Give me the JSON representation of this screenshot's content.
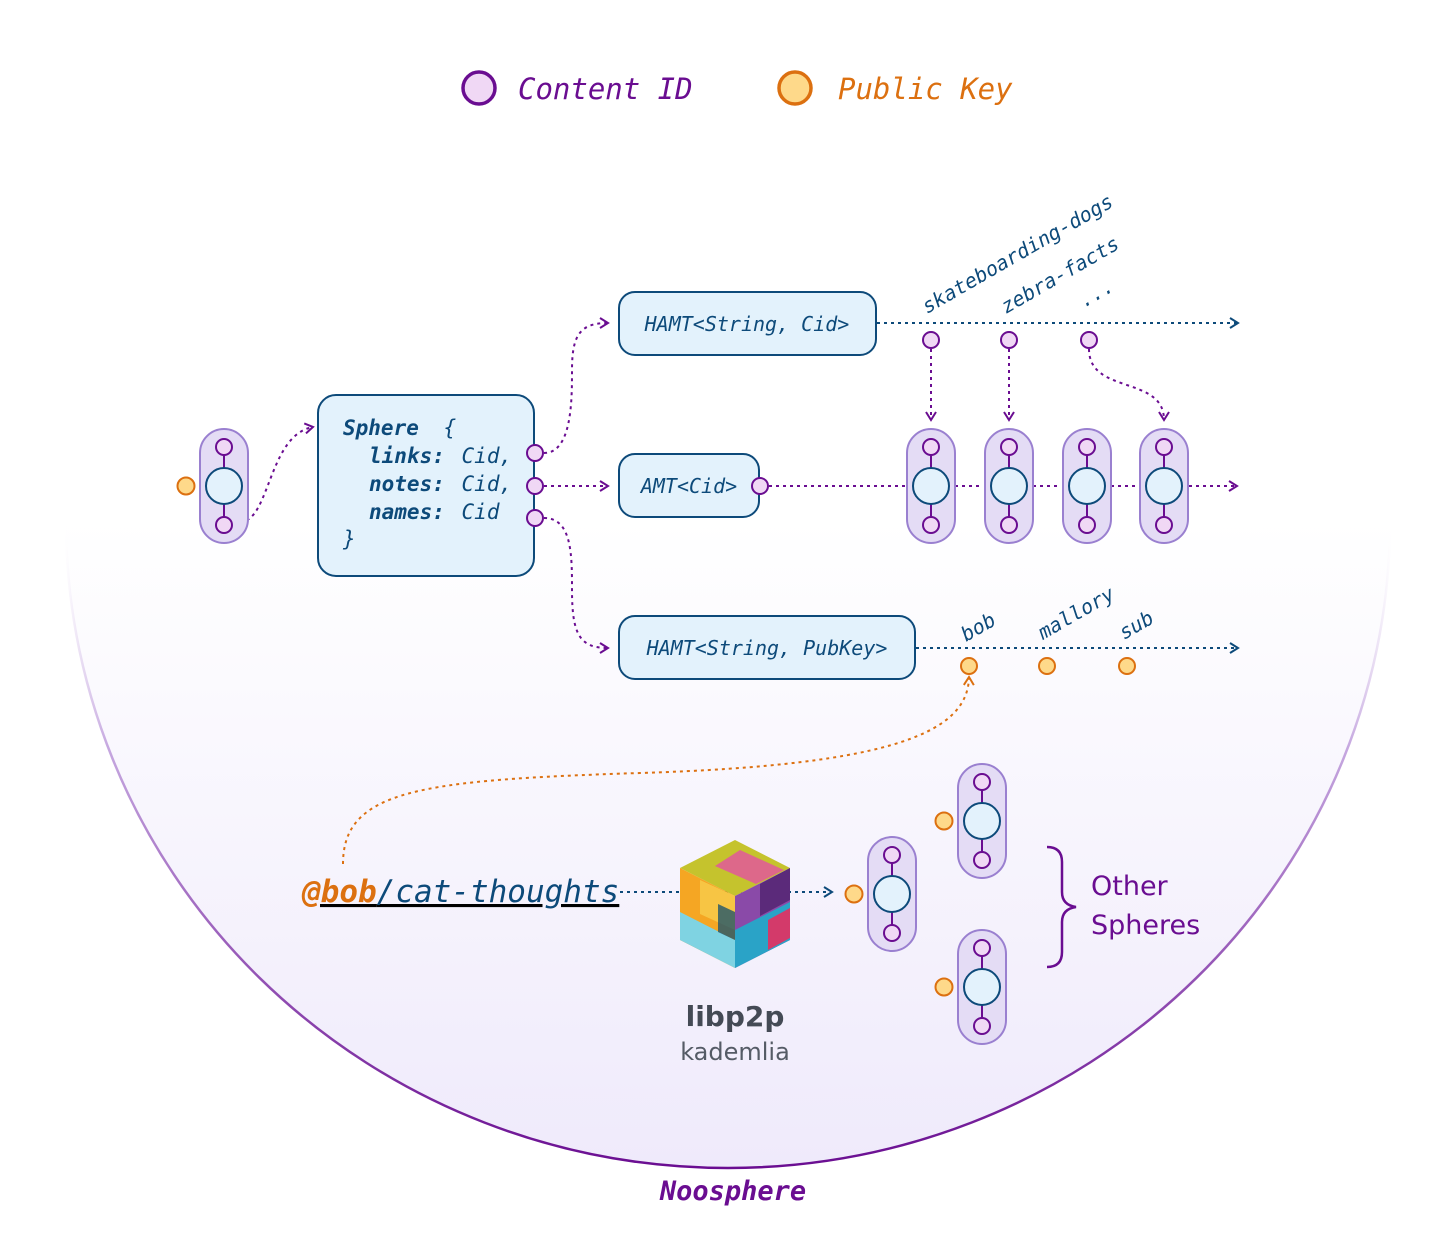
{
  "legend": {
    "content_id": {
      "label": "Content ID",
      "color": "#6a0d91",
      "fill": "#f0d8f5"
    },
    "public_key": {
      "label": "Public Key",
      "color": "#dc7010",
      "fill": "#fed98a"
    }
  },
  "sphere_struct": {
    "name": "Sphere",
    "open": "{",
    "close": "}",
    "fields": [
      {
        "key": "links",
        "type": "Cid,"
      },
      {
        "key": "notes",
        "type": "Cid,"
      },
      {
        "key": "names",
        "type": "Cid"
      }
    ]
  },
  "boxes": {
    "links_hamt": "HAMT<String, Cid>",
    "notes_amt": "AMT<Cid>",
    "names_hamt": "HAMT<String, PubKey>"
  },
  "link_keys": [
    "skateboarding-dogs",
    "zebra-facts",
    "..."
  ],
  "name_keys": [
    "bob",
    "mallory",
    "sub"
  ],
  "address": {
    "user": "@bob",
    "path": "/cat-thoughts"
  },
  "network": {
    "name": "libp2p",
    "subtitle": "kademlia"
  },
  "other_spheres": {
    "line1": "Other",
    "line2": "Spheres"
  },
  "region_label": "Noosphere",
  "colors": {
    "box_stroke": "#0d4a7a",
    "box_fill": "#e3f2fc",
    "text_blue": "#0d4a7a",
    "purple": "#6a0d91",
    "orange": "#dc7010",
    "pill_fill": "#e4dcf5",
    "pill_stroke": "#9a80d0",
    "node_fill": "#e3f2fc"
  }
}
